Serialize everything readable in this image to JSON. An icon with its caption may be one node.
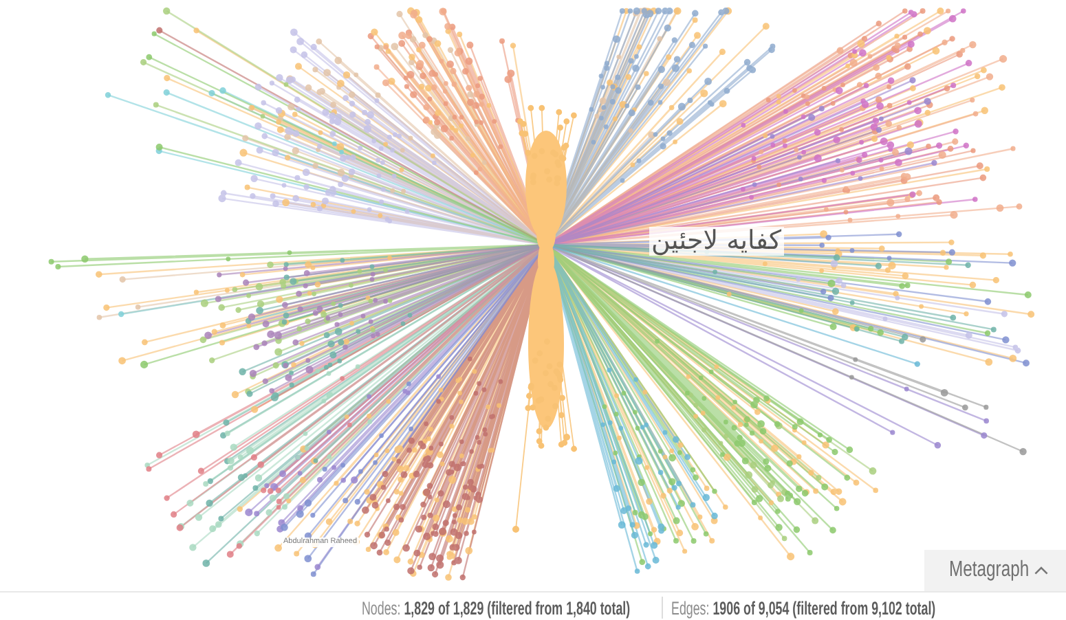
{
  "diagram": {
    "labels": [
      "كفايه لاجئين",
      "Abdulrahman Raheed",
      "Metagraph",
      "Nodes: **1,829 of 1,829 (filtered from 1,840 total)**",
      "Edges: **1906 of 9,054 (filtered from 9,102 total)**"
    ]
  }
}
